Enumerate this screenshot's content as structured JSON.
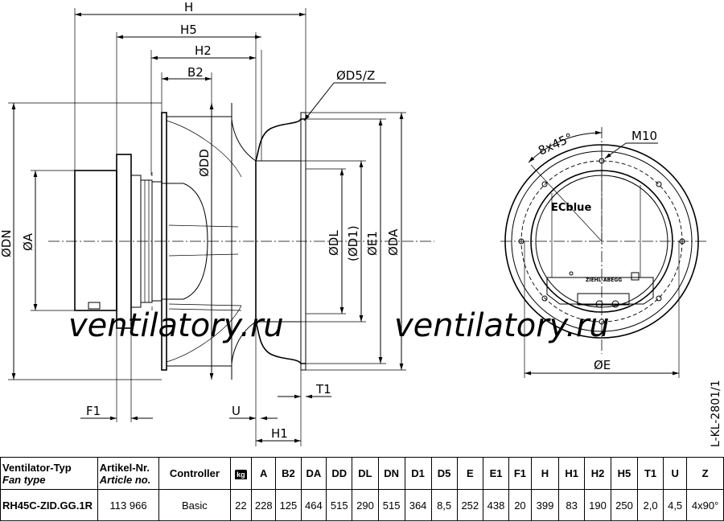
{
  "drawing": {
    "side_labels": [
      "H",
      "H5",
      "H2",
      "B2",
      "ØD5/Z",
      "ØDN",
      "ØA",
      "ØDD",
      "ØDL",
      "(ØD1)",
      "ØE1",
      "ØDA",
      "F1",
      "U",
      "H1",
      "T1"
    ],
    "front_labels": [
      "8x45°",
      "M10",
      "ØE"
    ],
    "brand": "ECblue",
    "nameplate": "ZIEHL-ABEGG",
    "drawing_code": "L-KL-2801/1",
    "watermarks": [
      "ventilatory.ru",
      "ventilatory.ru"
    ]
  },
  "table": {
    "headers": [
      {
        "de": "Ventilator-Typ",
        "en": "Fan type"
      },
      {
        "de": "Artikel-Nr.",
        "en": "Article no."
      },
      {
        "de": "Controller",
        "en": ""
      },
      {
        "de": "kg",
        "en": ""
      },
      {
        "de": "A",
        "en": ""
      },
      {
        "de": "B2",
        "en": ""
      },
      {
        "de": "DA",
        "en": ""
      },
      {
        "de": "DD",
        "en": ""
      },
      {
        "de": "DL",
        "en": ""
      },
      {
        "de": "DN",
        "en": ""
      },
      {
        "de": "D1",
        "en": ""
      },
      {
        "de": "D5",
        "en": ""
      },
      {
        "de": "E",
        "en": ""
      },
      {
        "de": "E1",
        "en": ""
      },
      {
        "de": "F1",
        "en": ""
      },
      {
        "de": "H",
        "en": ""
      },
      {
        "de": "H1",
        "en": ""
      },
      {
        "de": "H2",
        "en": ""
      },
      {
        "de": "H5",
        "en": ""
      },
      {
        "de": "T1",
        "en": ""
      },
      {
        "de": "U",
        "en": ""
      },
      {
        "de": "Z",
        "en": ""
      }
    ],
    "rows": [
      [
        "RH45C-ZID.GG.1R",
        "113 966",
        "Basic",
        "22",
        "228",
        "125",
        "464",
        "515",
        "290",
        "515",
        "364",
        "8,5",
        "252",
        "438",
        "20",
        "399",
        "83",
        "190",
        "250",
        "2,0",
        "4,5",
        "4x90°"
      ]
    ]
  }
}
